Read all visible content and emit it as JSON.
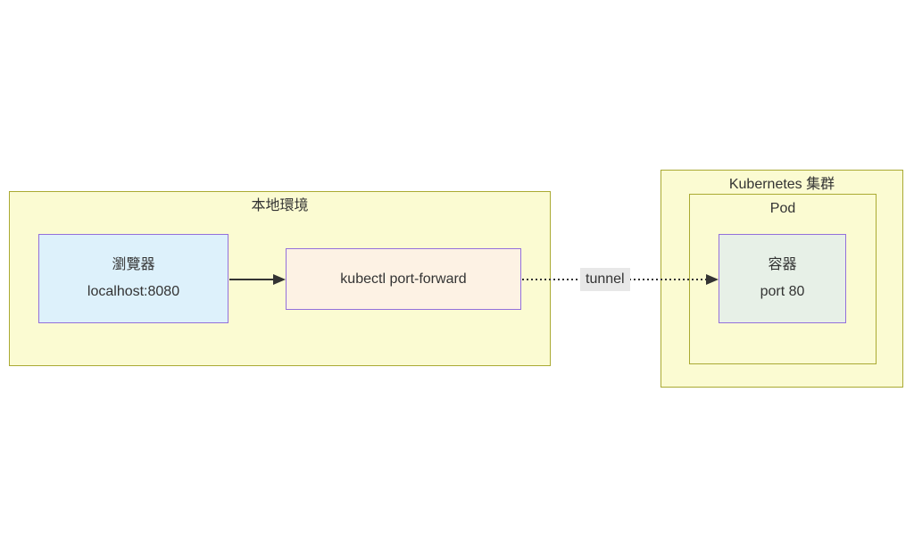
{
  "diagram": {
    "groups": {
      "local": {
        "title": "本地環境"
      },
      "cluster": {
        "title": "Kubernetes 集群"
      },
      "pod": {
        "title": "Pod"
      }
    },
    "nodes": {
      "browser": {
        "line1": "瀏覽器",
        "line2": "localhost:8080"
      },
      "kubectl": {
        "label": "kubectl port-forward"
      },
      "container": {
        "line1": "容器",
        "line2": "port 80"
      }
    },
    "edges": {
      "browser_to_kubectl": {
        "style": "solid",
        "label": ""
      },
      "kubectl_to_container": {
        "style": "dotted",
        "label": "tunnel"
      }
    },
    "colors": {
      "group_fill": "#fbfbd2",
      "group_stroke": "#aaaa33",
      "node_stroke": "#9370db",
      "browser_fill": "#ddf1fb",
      "kubectl_fill": "#fdf2e4",
      "container_fill": "#e7f0e7",
      "edge_color": "#333333",
      "edge_label_bg": "#e8e8e8",
      "text_color": "#333333",
      "background": "#ffffff"
    }
  }
}
